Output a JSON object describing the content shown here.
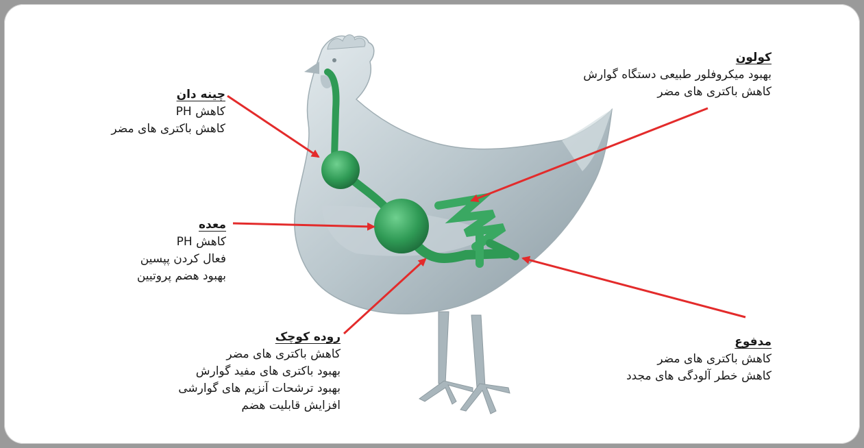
{
  "labels": {
    "crop": {
      "title": "چینه دان",
      "lines": [
        "کاهش PH",
        "کاهش باکتری های مضر"
      ]
    },
    "stomach": {
      "title": "معده",
      "lines": [
        "کاهش PH",
        "فعال کردن پپسین",
        "بهبود هضم پروتیین"
      ]
    },
    "small_intestine": {
      "title": "روده کوچک",
      "lines": [
        "کاهش باکتری های مضر",
        "بهبود باکتری های مفید گوارش",
        "بهبود ترشحات آنزیم های گوارشی",
        "افزایش قابلیت هضم"
      ]
    },
    "colon": {
      "title": "کولون",
      "lines": [
        "بهبود میکروفلور طبیعی دستگاه گوارش",
        "کاهش باکتری های مضر"
      ]
    },
    "feces": {
      "title": "مدفوع",
      "lines": [
        "کاهش باکتری های مضر",
        "کاهش خطر آلودگی های مجدد"
      ]
    }
  },
  "colors": {
    "arrow": "#e32b2b",
    "organ": "#2f9a55",
    "organ_dark": "#1d6b3a",
    "body": "#b9c6cc",
    "frame_bg": "#ffffff",
    "outer_bg": "#9a9a9a"
  }
}
